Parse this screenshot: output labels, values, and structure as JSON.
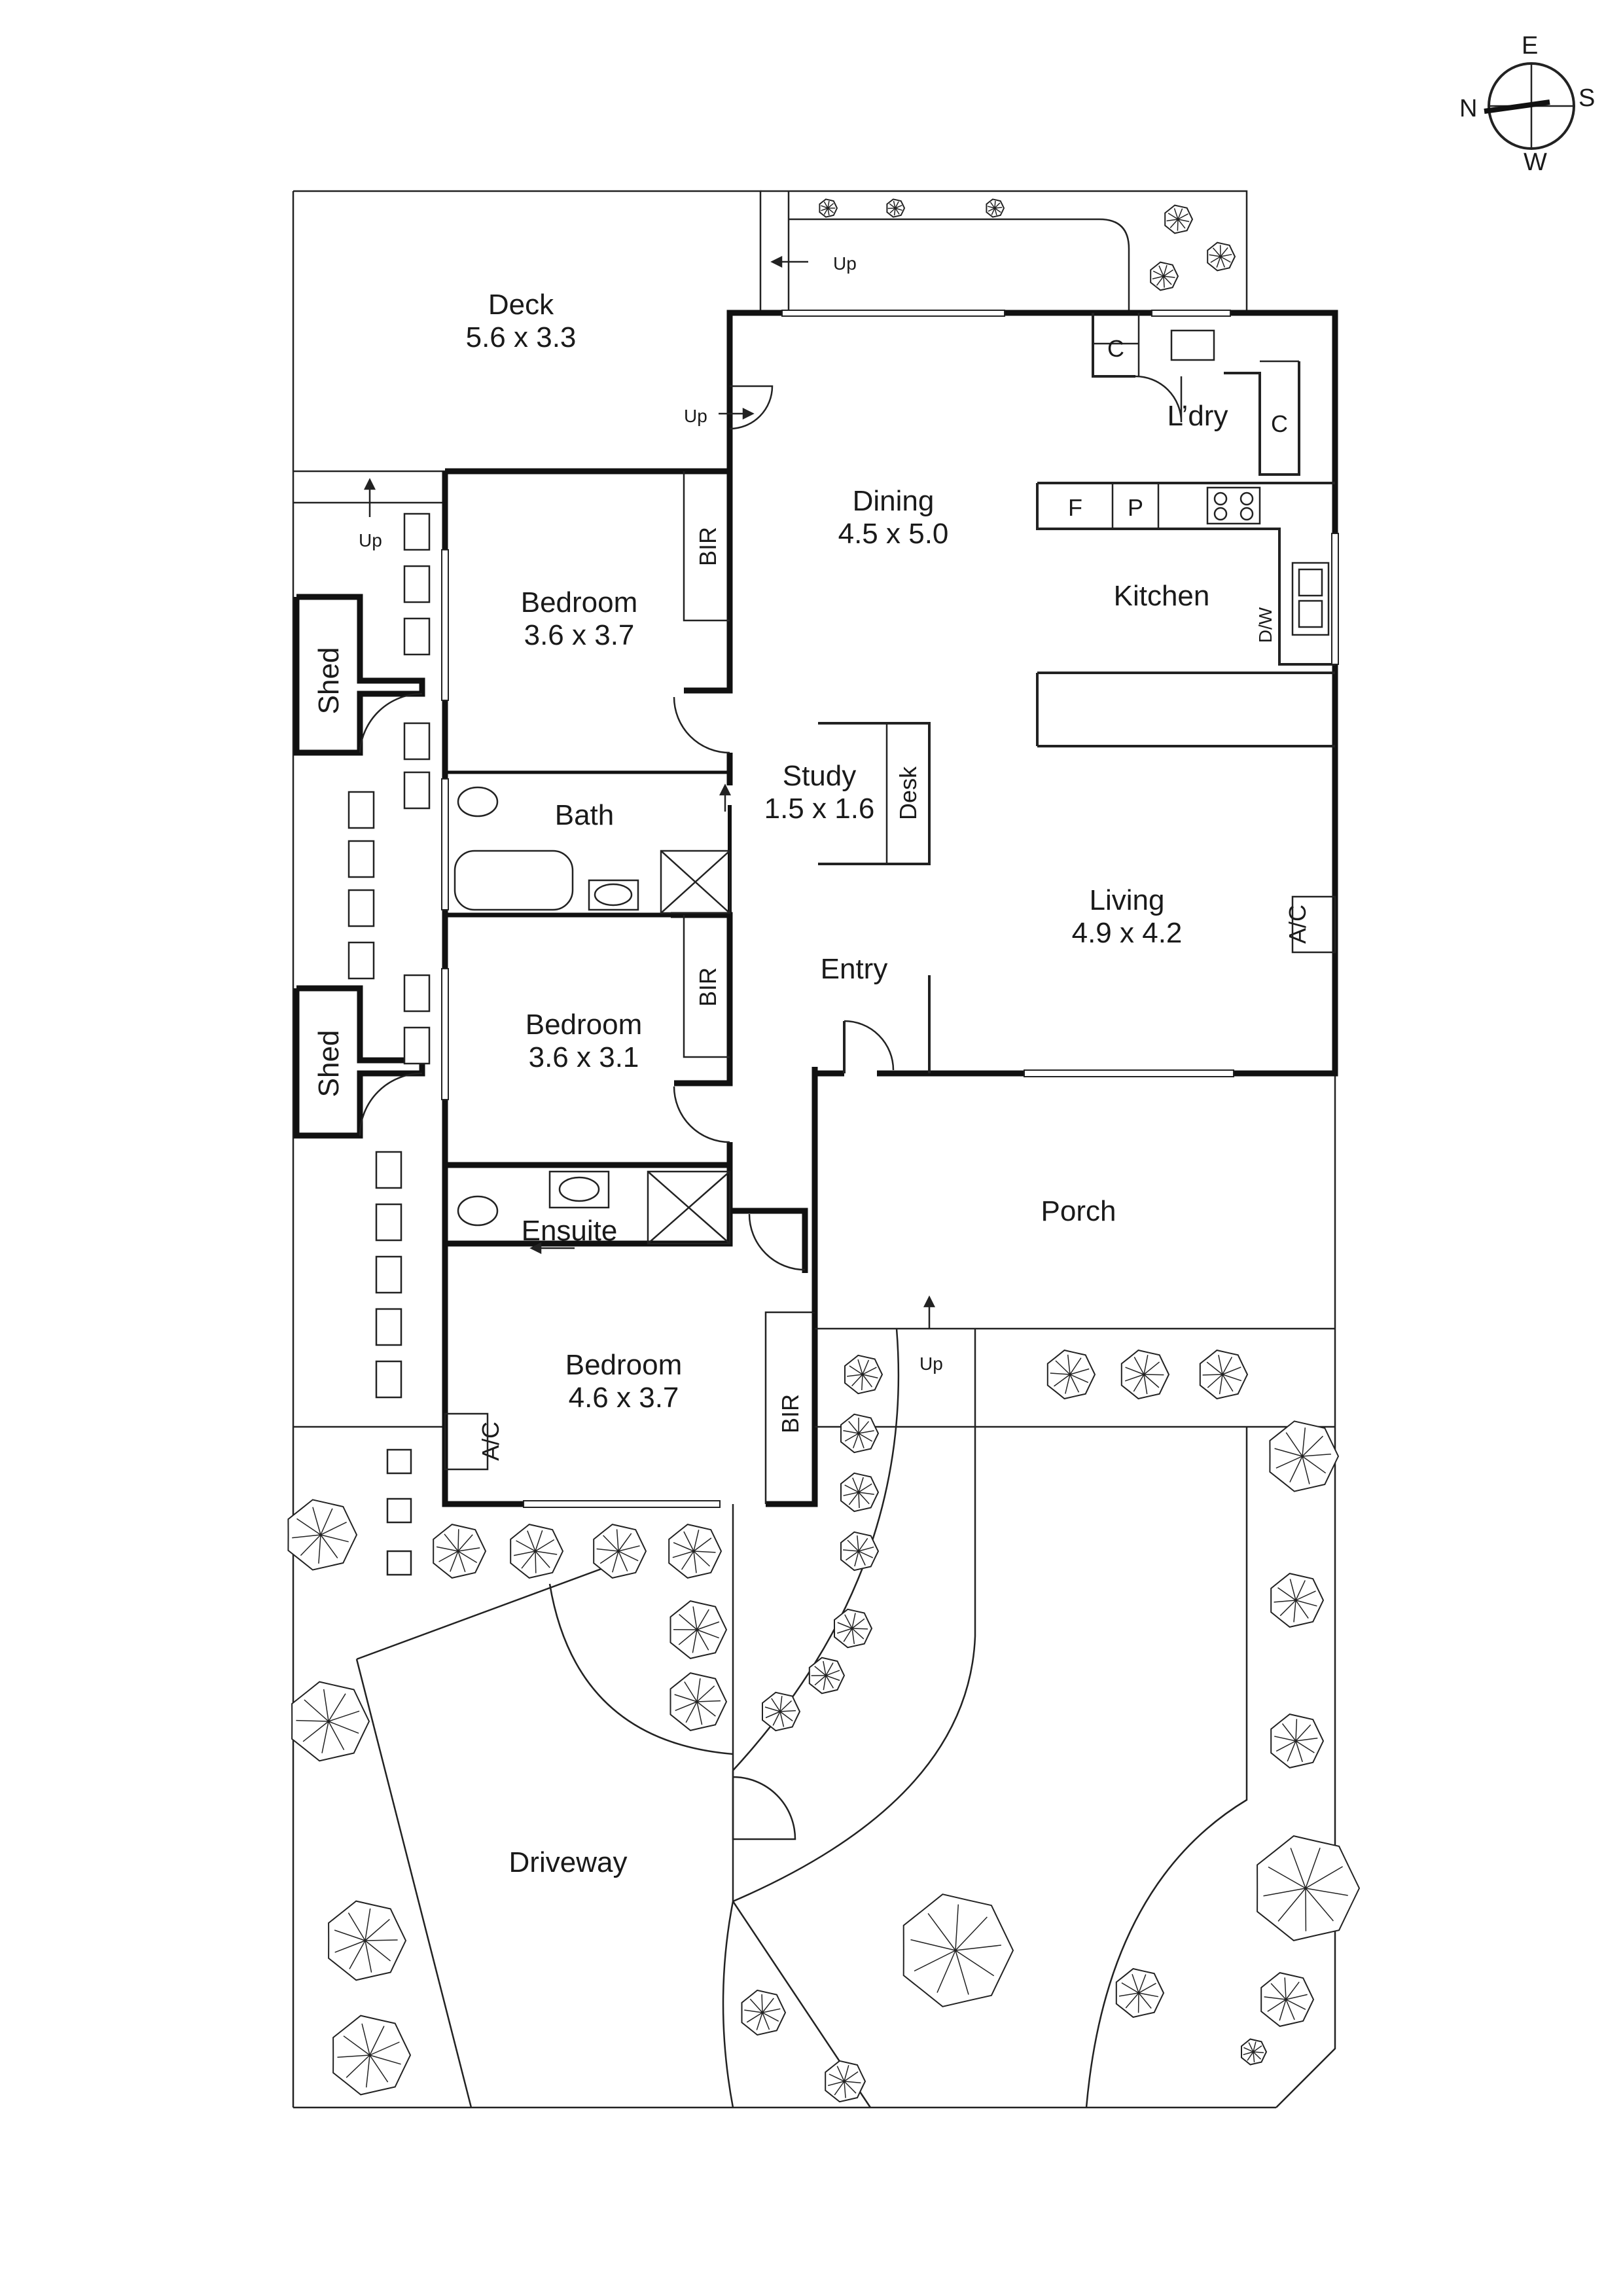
{
  "compass": {
    "north": "N",
    "east": "E",
    "south": "S",
    "west": "W"
  },
  "rooms": {
    "deck": {
      "name": "Deck",
      "dims": "5.6 x 3.3"
    },
    "dining": {
      "name": "Dining",
      "dims": "4.5 x 5.0"
    },
    "laundry": {
      "name": "L’dry"
    },
    "kitchen": {
      "name": "Kitchen"
    },
    "bedroom1": {
      "name": "Bedroom",
      "dims": "3.6 x 3.7"
    },
    "bath": {
      "name": "Bath"
    },
    "study": {
      "name": "Study",
      "dims": "1.5 x 1.6"
    },
    "living": {
      "name": "Living",
      "dims": "4.9 x 4.2"
    },
    "entry": {
      "name": "Entry"
    },
    "bedroom2": {
      "name": "Bedroom",
      "dims": "3.6 x 3.1"
    },
    "ensuite": {
      "name": "Ensuite"
    },
    "porch": {
      "name": "Porch"
    },
    "bedroom3": {
      "name": "Bedroom",
      "dims": "4.6 x 3.7"
    },
    "driveway": {
      "name": "Driveway"
    },
    "shed_upper": {
      "name": "Shed"
    },
    "shed_lower": {
      "name": "Shed"
    }
  },
  "fixtures": {
    "bir": "BIR",
    "cupboard": "C",
    "fridge": "F",
    "pantry": "P",
    "dishwasher": "D/W",
    "desk": "Desk",
    "ac": "A/C",
    "up": "Up"
  }
}
